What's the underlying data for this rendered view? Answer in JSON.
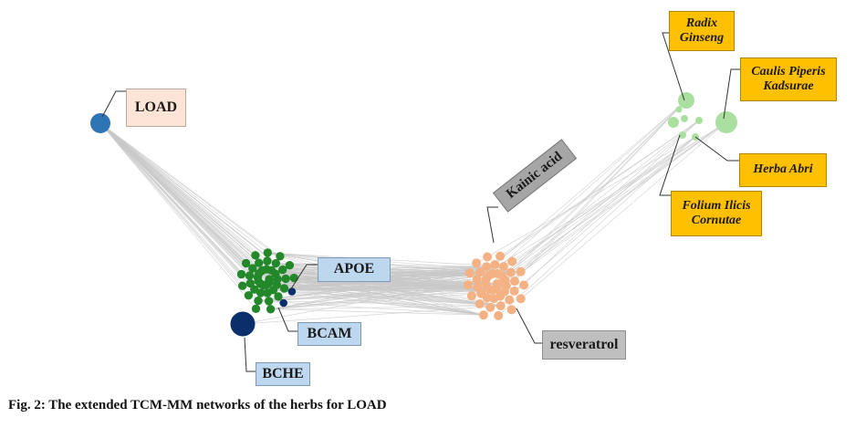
{
  "nodes": {
    "load": "LOAD",
    "apoe": "APOE",
    "bcam": "BCAM",
    "bche": "BCHE",
    "kainic_acid": "Kainic acid",
    "resveratrol": "resveratrol",
    "radix_ginseng": [
      "Radix",
      "Ginseng"
    ],
    "caulis_piperis_kadsurae": [
      "Caulis Piperis",
      "Kadsurae"
    ],
    "herba_abri": "Herba Abri",
    "folium_ilicis_cornutae": [
      "Folium Ilicis",
      "Cornutae"
    ]
  },
  "caption": "Fig. 2: The extended TCM-MM networks of the herbs for LOAD",
  "colors": {
    "disease_node": "#2e75b6",
    "target_node": "#22882a",
    "highlight_target": "#0b2f6b",
    "compound_node": "#f4b183",
    "herb_node": "#a9e0a0",
    "edge": "#c8c8c8",
    "label_disease_bg": "#fce4d6",
    "label_target_bg": "#bdd7ee",
    "label_compound_bg": "#bfbfbf",
    "label_herb_bg": "#ffc000"
  }
}
